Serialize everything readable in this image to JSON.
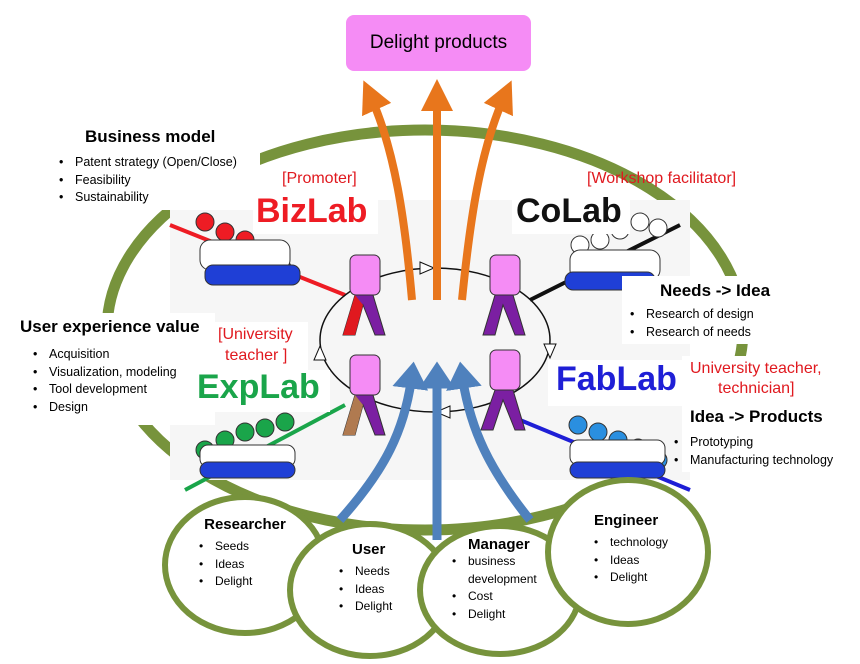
{
  "top_box": {
    "label": "Delight products",
    "color": "#f58cf5"
  },
  "colors": {
    "ring": "#77933c",
    "up_arrows": "#e8761c",
    "in_arrows": "#4f81bd",
    "role_text": "#e0191f"
  },
  "business_model": {
    "title": "Business model",
    "items": [
      "Patent strategy  (Open/Close)",
      "Feasibility",
      "Sustainability"
    ]
  },
  "user_experience": {
    "title": "User experience value",
    "items": [
      "Acquisition",
      "Visualization, modeling",
      "Tool development",
      "Design"
    ]
  },
  "needs_idea": {
    "title": "Needs -> Idea",
    "items": [
      "Research of design",
      "Research of needs"
    ]
  },
  "idea_products": {
    "title": "Idea -> Products",
    "items": [
      "Prototyping",
      "Manufacturing technology"
    ]
  },
  "labs": {
    "bizlab": {
      "name": "BizLab",
      "role": "[Promoter]",
      "color": "#ee1c24"
    },
    "colab": {
      "name": "CoLab",
      "role": "[Workshop facilitator]",
      "color": "#111111"
    },
    "explab": {
      "name": "ExpLab",
      "role_line1": "[University",
      "role_line2": "teacher ]",
      "color": "#1aa54a"
    },
    "fablab": {
      "name": "FabLab",
      "role_line1": "University teacher,",
      "role_line2": "technician]",
      "color": "#1f1fd6"
    }
  },
  "stakeholders": [
    {
      "title": "Researcher",
      "items": [
        "Seeds",
        "Ideas",
        "Delight"
      ]
    },
    {
      "title": "User",
      "items": [
        "Needs",
        "Ideas",
        "Delight"
      ]
    },
    {
      "title": "Manager",
      "items": [
        "business development",
        "Cost",
        "Delight"
      ]
    },
    {
      "title": "Engineer",
      "items": [
        "technology",
        "Ideas",
        "Delight"
      ]
    }
  ]
}
